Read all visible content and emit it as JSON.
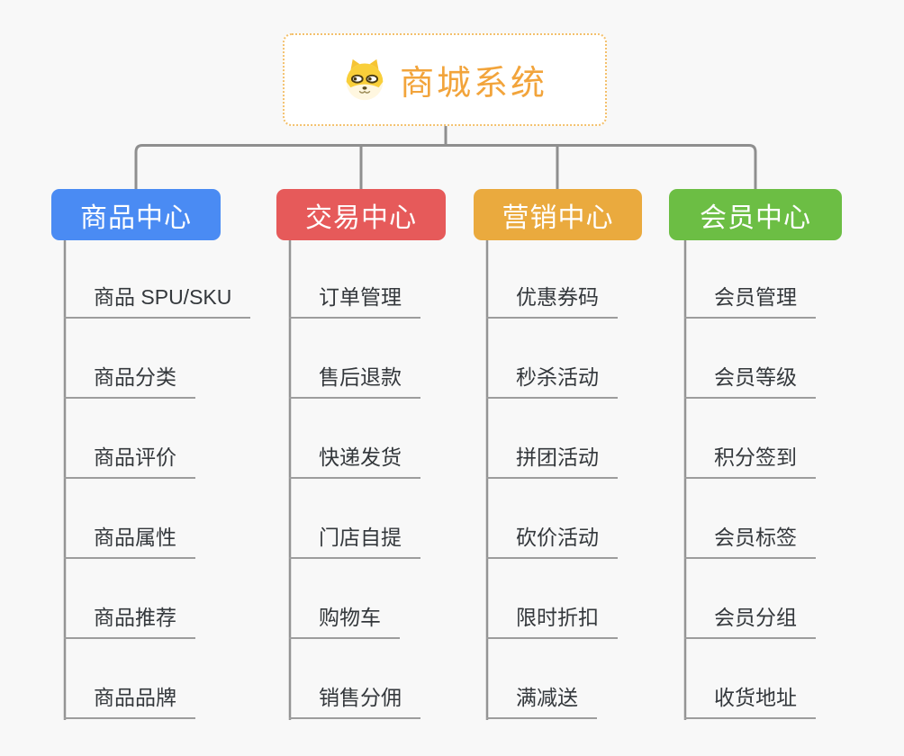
{
  "root": {
    "title": "商城系统",
    "icon": "dog-face-icon"
  },
  "branches": [
    {
      "label": "商品中心",
      "color": "#4A8BF3",
      "items": [
        "商品 SPU/SKU",
        "商品分类",
        "商品评价",
        "商品属性",
        "商品推荐",
        "商品品牌"
      ]
    },
    {
      "label": "交易中心",
      "color": "#E65A5A",
      "items": [
        "订单管理",
        "售后退款",
        "快递发货",
        "门店自提",
        "购物车",
        "销售分佣"
      ]
    },
    {
      "label": "营销中心",
      "color": "#EAAA3E",
      "items": [
        "优惠券码",
        "秒杀活动",
        "拼团活动",
        "砍价活动",
        "限时折扣",
        "满减送"
      ]
    },
    {
      "label": "会员中心",
      "color": "#6CBE44",
      "items": [
        "会员管理",
        "会员等级",
        "积分签到",
        "会员标签",
        "会员分组",
        "收货地址"
      ]
    }
  ],
  "colors": {
    "background": "#F8F8F8",
    "root_accent": "#F2A43B",
    "root_border": "#F3C06C",
    "connector": "#8F8F8F",
    "item_line": "#9D9D9D",
    "item_text": "#34383C"
  }
}
